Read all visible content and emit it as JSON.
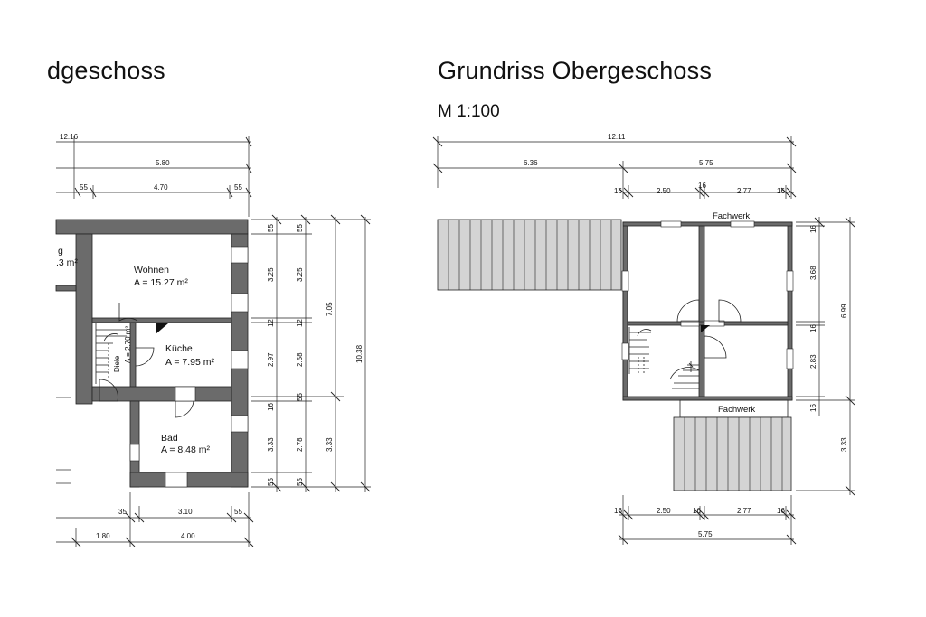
{
  "left_plan": {
    "title": "dgeschoss",
    "room_partial_1": "g",
    "room_partial_2": ".3 m²",
    "rooms": [
      {
        "name": "Wohnen",
        "area": "A = 15.27 m²"
      },
      {
        "name": "Küche",
        "area": "A = 7.95 m²"
      },
      {
        "name": "Bad",
        "area": "A = 8.48 m²"
      }
    ],
    "diele_name": "Diele",
    "diele_area": "A = 2.70 m²",
    "dims_top": {
      "d1": "12.16",
      "d2": "5.80",
      "d3a": "55",
      "d3b": "4.70",
      "d3c": "55"
    },
    "dims_right_inner": [
      "55",
      "3.25",
      "12",
      "2.97",
      "16",
      "3.33",
      "55"
    ],
    "dims_right_mid": [
      "55",
      "3.25",
      "12",
      "2.58",
      "55",
      "2.78",
      "55"
    ],
    "dims_right_outer": [
      "7.05",
      "3.33"
    ],
    "dims_right_total": "10.38",
    "dims_bottom": {
      "b1a": "35",
      "b1b": "3.10",
      "b1c": "55",
      "b2a": "1.80",
      "b2b": "4.00"
    }
  },
  "right_plan": {
    "title": "Grundriss Obergeschoss",
    "scale": "M 1:100",
    "fachwerk_top": "Fachwerk",
    "fachwerk_bottom": "Fachwerk",
    "dims_top": {
      "total": "12.11",
      "left": "6.36",
      "right": "5.75",
      "a": "16",
      "b": "2.50",
      "c": "16",
      "d": "2.77",
      "e": "16"
    },
    "dims_right_inner": [
      "16",
      "3.68",
      "16",
      "2.83",
      "16"
    ],
    "dims_right_outer": [
      "6.99",
      "3.33"
    ],
    "dims_bottom": {
      "a": "16",
      "b": "2.50",
      "c": "16",
      "d": "2.77",
      "e": "16",
      "total": "5.75"
    }
  },
  "colors": {
    "wall": "#6b6b6b",
    "roof": "#d4d4d4",
    "line": "#222222"
  }
}
